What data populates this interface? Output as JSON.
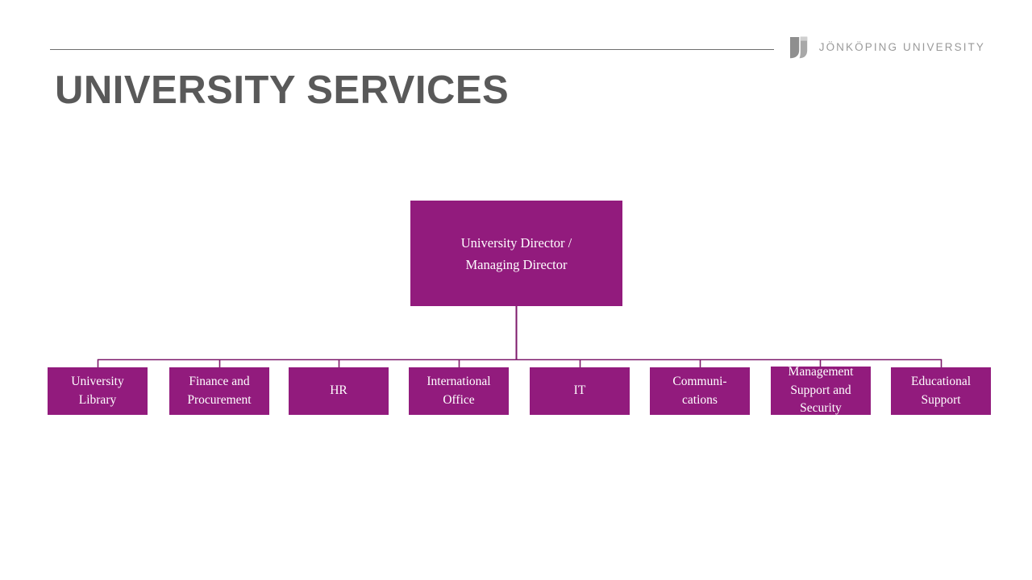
{
  "slide": {
    "title": "UNIVERSITY SERVICES",
    "background_color": "#ffffff",
    "title_color": "#595959",
    "rule_color": "#6e6e6e",
    "accent_color": "#921b7d",
    "connector_color": "#7d1a6b"
  },
  "brand": {
    "mark_name": "jonkoping-university-logo",
    "wordmark": "JÖNKÖPING UNIVERSITY",
    "wordmark_color": "#9a9a9a"
  },
  "chart_data": {
    "type": "diagram",
    "subtype": "org-chart",
    "title": "UNIVERSITY SERVICES",
    "root": {
      "label": "University Director /\nManaging Director",
      "lines": [
        "University Director /",
        "Managing Director"
      ]
    },
    "children": [
      {
        "label": "University\nLibrary",
        "lines": [
          "University",
          "Library"
        ]
      },
      {
        "label": "Finance and\nProcurement",
        "lines": [
          "Finance and",
          "Procurement"
        ]
      },
      {
        "label": "HR",
        "lines": [
          "HR"
        ]
      },
      {
        "label": "International\nOffice",
        "lines": [
          "International",
          "Office"
        ]
      },
      {
        "label": "IT",
        "lines": [
          "IT"
        ]
      },
      {
        "label": "Communi-\ncations",
        "lines": [
          "Communi-",
          "cations"
        ]
      },
      {
        "label": "Management\nSupport and\nSecurity",
        "lines": [
          "Management",
          "Support and",
          "Security"
        ]
      },
      {
        "label": "Educational\nSupport",
        "lines": [
          "Educational",
          "Support"
        ]
      }
    ],
    "child_count": 8
  }
}
